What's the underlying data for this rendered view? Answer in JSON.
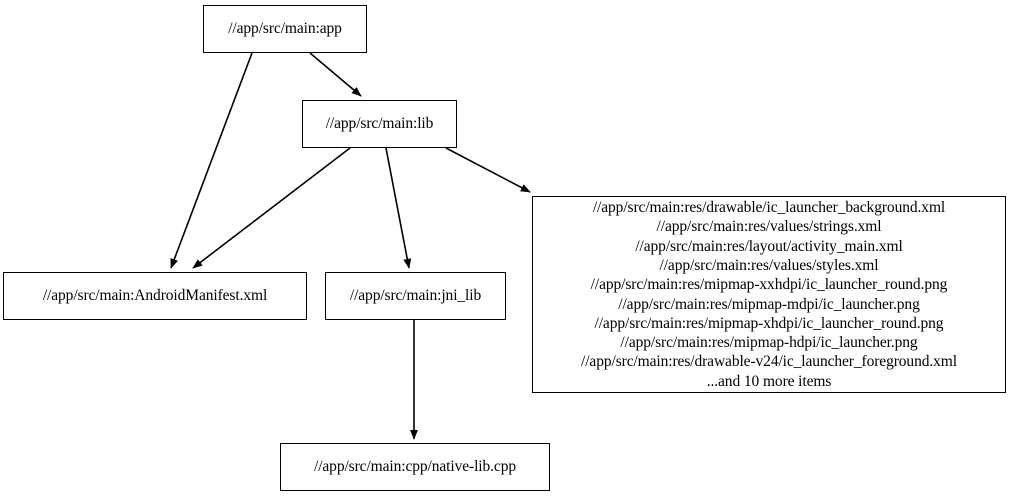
{
  "graph": {
    "type": "directed-dependency-graph",
    "background_color": "#ffffff",
    "node_border_color": "#000000",
    "node_fill_color": "#ffffff",
    "edge_color": "#000000",
    "nodes": [
      {
        "id": "app",
        "label": "//app/src/main:app"
      },
      {
        "id": "lib",
        "label": "//app/src/main:lib"
      },
      {
        "id": "manifest",
        "label": "//app/src/main:AndroidManifest.xml"
      },
      {
        "id": "jni_lib",
        "label": "//app/src/main:jni_lib"
      },
      {
        "id": "native_lib",
        "label": "//app/src/main:cpp/native-lib.cpp"
      },
      {
        "id": "res_block",
        "label": "//app/src/main:res/drawable/ic_launcher_background.xml\n//app/src/main:res/values/strings.xml\n//app/src/main:res/layout/activity_main.xml\n//app/src/main:res/values/styles.xml\n//app/src/main:res/mipmap-xxhdpi/ic_launcher_round.png\n//app/src/main:res/mipmap-mdpi/ic_launcher.png\n//app/src/main:res/mipmap-xhdpi/ic_launcher_round.png\n//app/src/main:res/mipmap-hdpi/ic_launcher.png\n//app/src/main:res/drawable-v24/ic_launcher_foreground.xml\n...and 10 more items",
        "lines": [
          "//app/src/main:res/drawable/ic_launcher_background.xml",
          "//app/src/main:res/values/strings.xml",
          "//app/src/main:res/layout/activity_main.xml",
          "//app/src/main:res/values/styles.xml",
          "//app/src/main:res/mipmap-xxhdpi/ic_launcher_round.png",
          "//app/src/main:res/mipmap-mdpi/ic_launcher.png",
          "//app/src/main:res/mipmap-xhdpi/ic_launcher_round.png",
          "//app/src/main:res/mipmap-hdpi/ic_launcher.png",
          "//app/src/main:res/drawable-v24/ic_launcher_foreground.xml",
          "...and 10 more items"
        ],
        "overflow_note": "...and 10 more items",
        "overflow_count": 10
      }
    ],
    "edges": [
      {
        "from": "app",
        "to": "manifest"
      },
      {
        "from": "app",
        "to": "lib"
      },
      {
        "from": "lib",
        "to": "manifest"
      },
      {
        "from": "lib",
        "to": "jni_lib"
      },
      {
        "from": "lib",
        "to": "res_block"
      },
      {
        "from": "jni_lib",
        "to": "native_lib"
      }
    ]
  }
}
